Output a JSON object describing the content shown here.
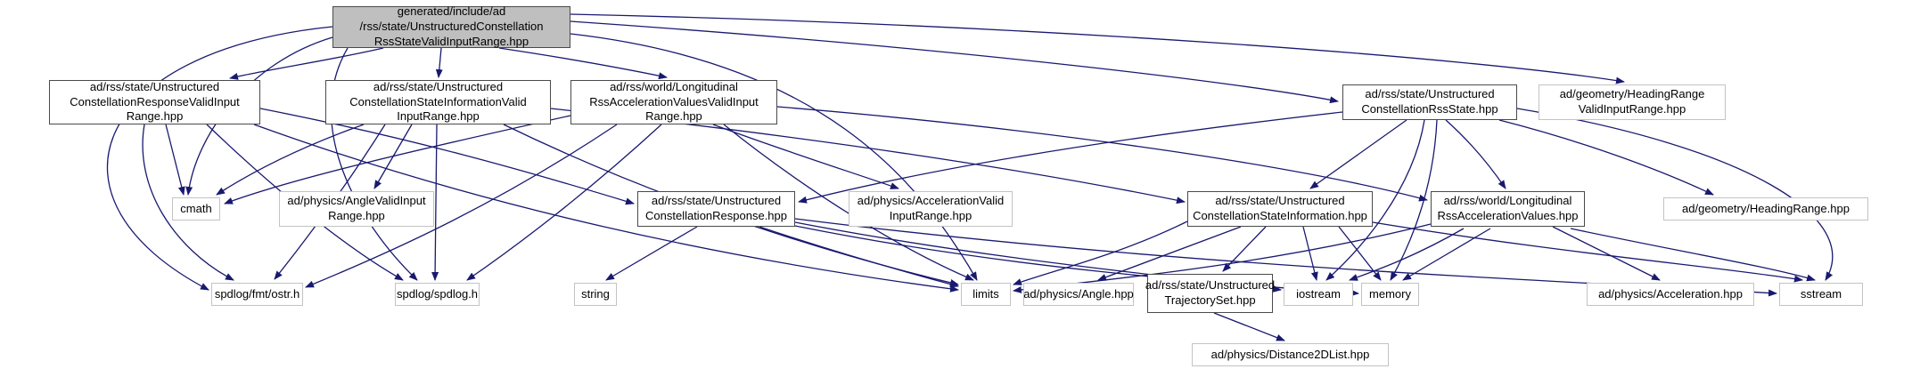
{
  "colors": {
    "edge": "#191970",
    "current_node_fill": "#bfbfbf",
    "node_border": "#4a4a4a",
    "external_node_border": "#c3c3c3"
  },
  "nodes": {
    "root": {
      "label": "generated/include/ad\n/rss/state/UnstructuredConstellation\nRssStateValidInputRange.hpp"
    },
    "resp_vir": {
      "label": "ad/rss/state/Unstructured\nConstellationResponseValidInput\nRange.hpp"
    },
    "si_vir": {
      "label": "ad/rss/state/Unstructured\nConstellationStateInformationValid\nInputRange.hpp"
    },
    "accel_vir": {
      "label": "ad/rss/world/Longitudinal\nRssAccelerationValuesValidInput\nRange.hpp"
    },
    "rss_state": {
      "label": "ad/rss/state/Unstructured\nConstellationRssState.hpp"
    },
    "hr_vir": {
      "label": "ad/geometry/HeadingRange\nValidInputRange.hpp"
    },
    "cmath": {
      "label": "cmath"
    },
    "angle_vir": {
      "label": "ad/physics/AngleValidInput\nRange.hpp"
    },
    "resp": {
      "label": "ad/rss/state/Unstructured\nConstellationResponse.hpp"
    },
    "accel_valid": {
      "label": "ad/physics/AccelerationValid\nInputRange.hpp"
    },
    "si": {
      "label": "ad/rss/state/Unstructured\nConstellationStateInformation.hpp"
    },
    "lrav": {
      "label": "ad/rss/world/Longitudinal\nRssAccelerationValues.hpp"
    },
    "hr": {
      "label": "ad/geometry/HeadingRange.hpp"
    },
    "ostr": {
      "label": "spdlog/fmt/ostr.h"
    },
    "spdlog": {
      "label": "spdlog/spdlog.h"
    },
    "string": {
      "label": "string"
    },
    "limits": {
      "label": "limits"
    },
    "angle": {
      "label": "ad/physics/Angle.hpp"
    },
    "traj": {
      "label": "ad/rss/state/Unstructured\nTrajectorySet.hpp"
    },
    "iostream": {
      "label": "iostream"
    },
    "memory": {
      "label": "memory"
    },
    "acc": {
      "label": "ad/physics/Acceleration.hpp"
    },
    "sstream": {
      "label": "sstream"
    },
    "d2l": {
      "label": "ad/physics/Distance2DList.hpp"
    }
  },
  "edges": [
    {
      "from": "root",
      "to": "resp_vir"
    },
    {
      "from": "root",
      "to": "si_vir"
    },
    {
      "from": "root",
      "to": "accel_vir"
    },
    {
      "from": "root",
      "to": "rss_state"
    },
    {
      "from": "root",
      "to": "hr_vir"
    },
    {
      "from": "root",
      "to": "cmath"
    },
    {
      "from": "root",
      "to": "ostr"
    },
    {
      "from": "root",
      "to": "spdlog"
    },
    {
      "from": "root",
      "to": "limits"
    },
    {
      "from": "resp_vir",
      "to": "cmath"
    },
    {
      "from": "resp_vir",
      "to": "resp"
    },
    {
      "from": "resp_vir",
      "to": "limits"
    },
    {
      "from": "resp_vir",
      "to": "ostr"
    },
    {
      "from": "resp_vir",
      "to": "spdlog"
    },
    {
      "from": "si_vir",
      "to": "cmath"
    },
    {
      "from": "si_vir",
      "to": "angle_vir"
    },
    {
      "from": "si_vir",
      "to": "si"
    },
    {
      "from": "si_vir",
      "to": "limits"
    },
    {
      "from": "si_vir",
      "to": "ostr"
    },
    {
      "from": "si_vir",
      "to": "spdlog"
    },
    {
      "from": "accel_vir",
      "to": "cmath"
    },
    {
      "from": "accel_vir",
      "to": "accel_valid"
    },
    {
      "from": "accel_vir",
      "to": "lrav"
    },
    {
      "from": "accel_vir",
      "to": "limits"
    },
    {
      "from": "accel_vir",
      "to": "ostr"
    },
    {
      "from": "accel_vir",
      "to": "spdlog"
    },
    {
      "from": "rss_state",
      "to": "hr"
    },
    {
      "from": "rss_state",
      "to": "resp"
    },
    {
      "from": "rss_state",
      "to": "si"
    },
    {
      "from": "rss_state",
      "to": "lrav"
    },
    {
      "from": "rss_state",
      "to": "iostream"
    },
    {
      "from": "rss_state",
      "to": "memory"
    },
    {
      "from": "rss_state",
      "to": "sstream"
    },
    {
      "from": "resp",
      "to": "string"
    },
    {
      "from": "resp",
      "to": "limits"
    },
    {
      "from": "resp",
      "to": "iostream"
    },
    {
      "from": "resp",
      "to": "memory"
    },
    {
      "from": "resp",
      "to": "sstream"
    },
    {
      "from": "si",
      "to": "angle"
    },
    {
      "from": "si",
      "to": "traj"
    },
    {
      "from": "si",
      "to": "iostream"
    },
    {
      "from": "si",
      "to": "memory"
    },
    {
      "from": "si",
      "to": "sstream"
    },
    {
      "from": "si",
      "to": "limits"
    },
    {
      "from": "lrav",
      "to": "acc"
    },
    {
      "from": "lrav",
      "to": "iostream"
    },
    {
      "from": "lrav",
      "to": "limits"
    },
    {
      "from": "lrav",
      "to": "memory"
    },
    {
      "from": "lrav",
      "to": "sstream"
    },
    {
      "from": "traj",
      "to": "d2l"
    }
  ]
}
